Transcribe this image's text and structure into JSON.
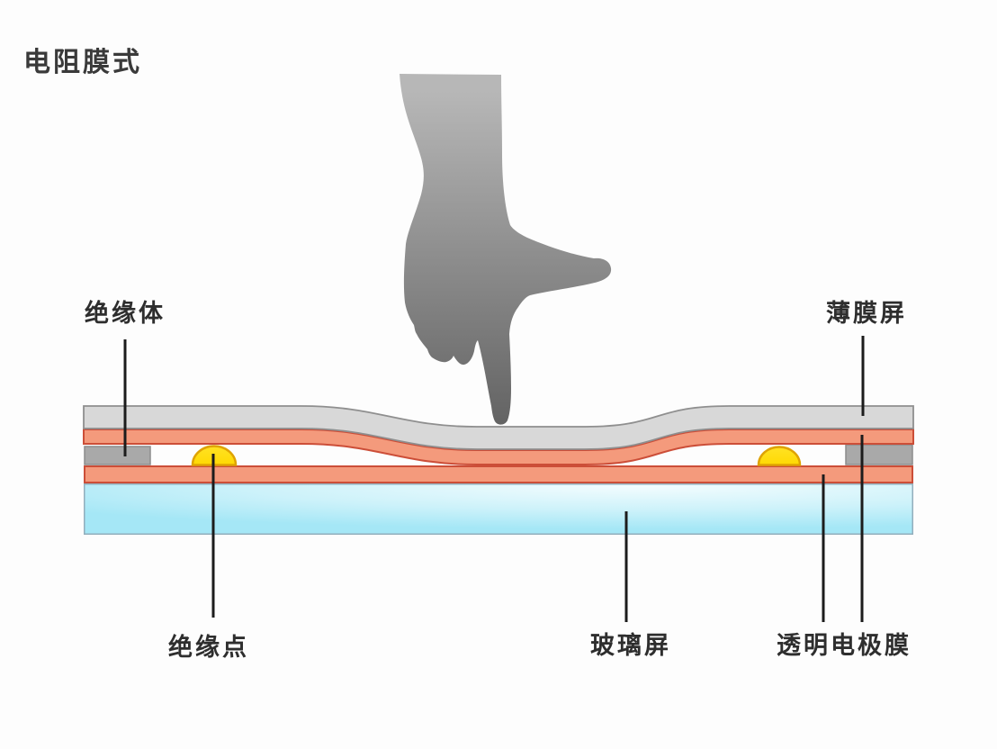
{
  "title": "电阻膜式",
  "labels": {
    "insulator": "绝缘体",
    "thin_film_screen": "薄膜屏",
    "insulation_point": "绝缘点",
    "glass_screen": "玻璃屏",
    "transparent_electrode_film": "透明电极膜"
  },
  "diagram": {
    "type": "resistive-touchscreen-cross-section",
    "layers_top_to_bottom": [
      "薄膜屏",
      "透明电极膜",
      "绝缘体 / 绝缘点",
      "透明电极膜",
      "玻璃屏"
    ],
    "pressed_by": "hand-pointing-down"
  },
  "colors": {
    "film_fill": "#d8d8d8",
    "film_border": "#8f8f8f",
    "electrode_fill": "#f49a7c",
    "electrode_border": "#cc4e38",
    "insulator_fill": "#a9a9a9",
    "insulator_border": "#8c8c8c",
    "spacer_dot_fill": "#ffd903",
    "spacer_dot_border": "#dfa303",
    "glass_edge": "#93aebc",
    "glass_center": "#f2fcfe",
    "glass_cyan": "#a5e7f6",
    "hand_top": "#b7b7b7",
    "hand_bottom": "#636363",
    "pointer_line": "#1c1c1c",
    "text": "#2e2e2e"
  }
}
